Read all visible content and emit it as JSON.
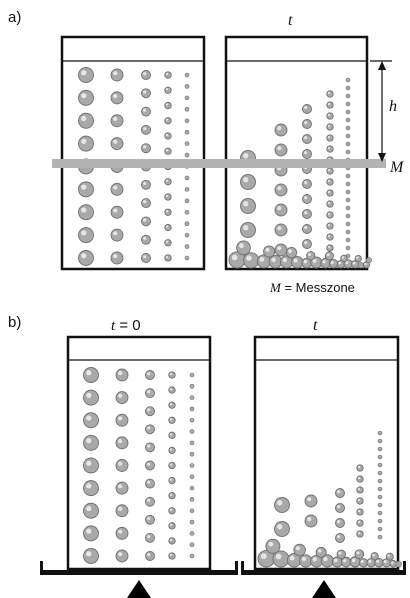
{
  "panel_a": {
    "label": "a)",
    "right_time": "t",
    "height_symbol": "h",
    "zone_symbol": "M",
    "caption_symbol": "M",
    "caption_text": " = Messzone"
  },
  "panel_b": {
    "label": "b)",
    "left_title_var": "t",
    "left_title_rest": " = 0",
    "right_time": "t"
  },
  "colors": {
    "line": "#111111",
    "measurement_band": "#b3b3b3",
    "particle_fill": "#a9a9a9",
    "particle_stroke": "#6f6f6f",
    "particle_highlight": "#e6e6e6",
    "support_triangle": "#000000"
  },
  "particle_classes": [
    "largest",
    "large",
    "medium",
    "small",
    "smallest"
  ]
}
